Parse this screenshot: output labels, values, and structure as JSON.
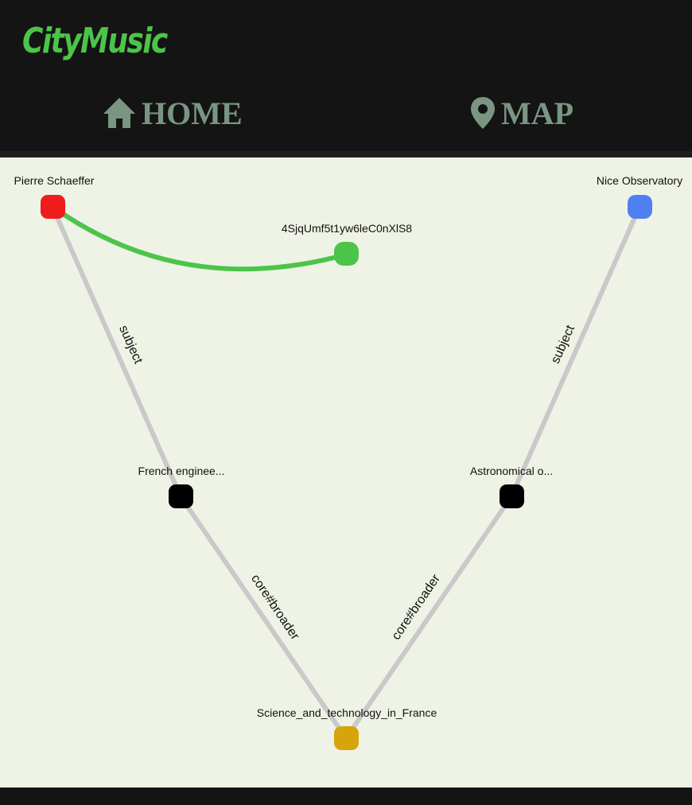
{
  "header": {
    "logo": "CityMusic",
    "nav": {
      "home_label": "HOME",
      "map_label": "MAP"
    }
  },
  "graph": {
    "nodes": {
      "pierre": {
        "label": "Pierre Schaeffer",
        "color": "#ee1c1c"
      },
      "track": {
        "label": "4SjqUmf5t1yw6leC0nXlS8",
        "color": "#4cc44a"
      },
      "nice": {
        "label": "Nice Observatory",
        "color": "#4f80f0"
      },
      "french": {
        "label": "French enginee...",
        "color": "#000000"
      },
      "astro": {
        "label": "Astronomical o...",
        "color": "#000000"
      },
      "science": {
        "label": "Science_and_technology_in_France",
        "color": "#d8a40c"
      }
    },
    "edges": {
      "pierre_french": "subject",
      "nice_astro": "subject",
      "french_science": "core#broader",
      "astro_science": "core#broader"
    },
    "colors": {
      "edge": "#c9c9c9",
      "highlight_edge": "#4cc44a",
      "background": "#eef3e6"
    }
  }
}
